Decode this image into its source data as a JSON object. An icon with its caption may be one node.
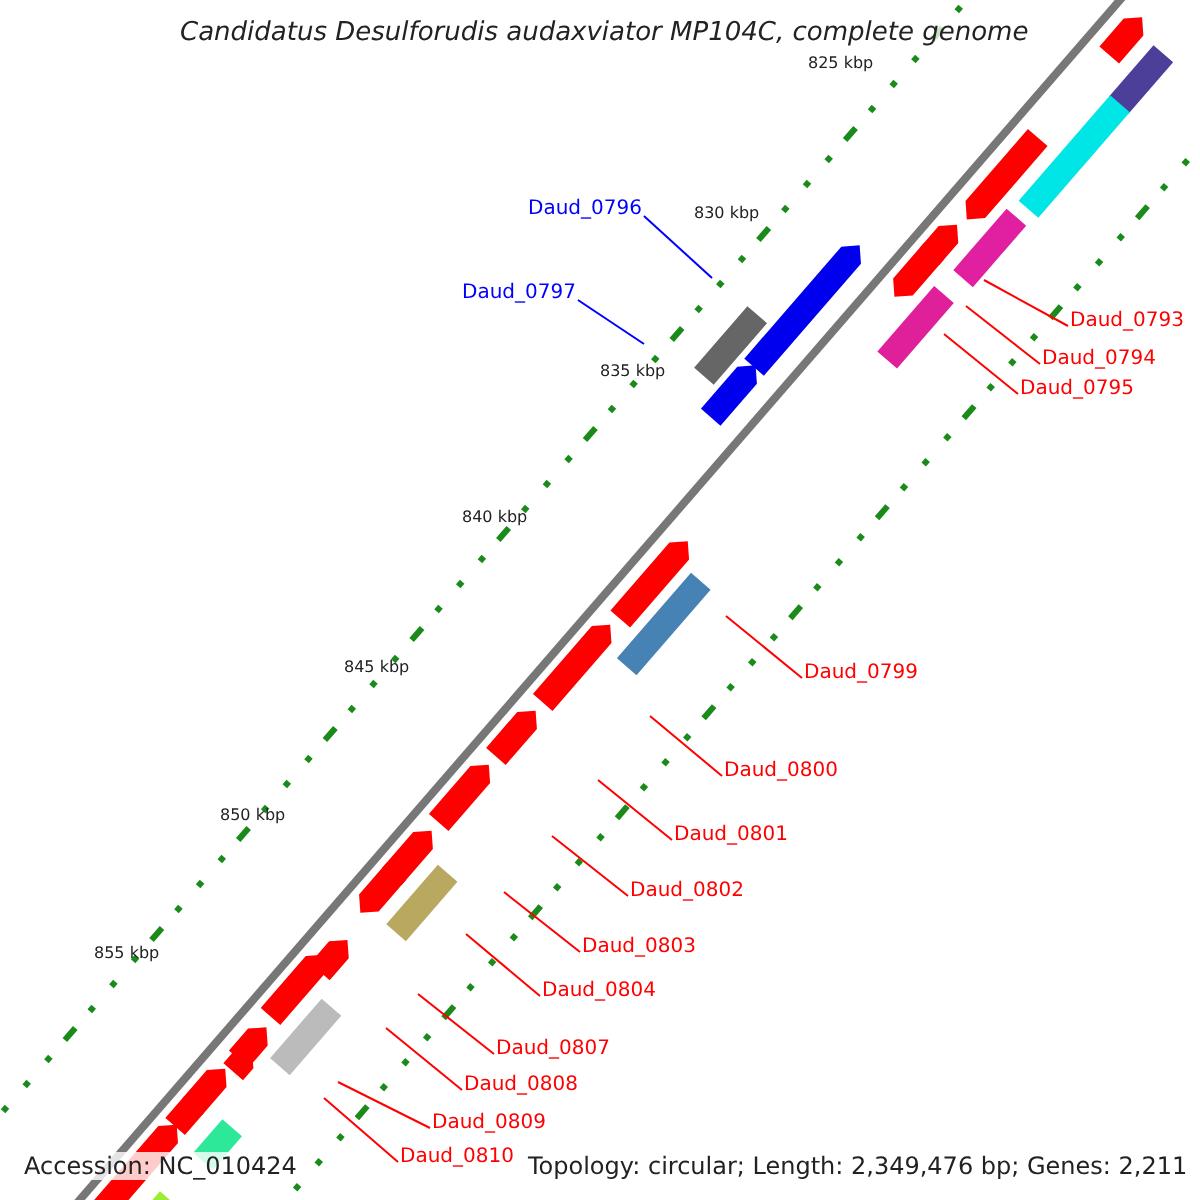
{
  "diagram": {
    "title": "Candidatus Desulforudis audaxviator MP104C, complete genome",
    "nodes": [
      {
        "text": [
          "Daud_0793"
        ]
      },
      {
        "text": [
          "Daud_0794"
        ]
      },
      {
        "text": [
          "Daud_0795"
        ]
      },
      {
        "text": [
          "Daud_0796"
        ]
      },
      {
        "text": [
          "Daud_0797"
        ]
      },
      {
        "text": [
          "Daud_0799"
        ]
      },
      {
        "text": [
          "Daud_0800"
        ]
      },
      {
        "text": [
          "Daud_0801"
        ]
      },
      {
        "text": [
          "Daud_0802"
        ]
      },
      {
        "text": [
          "Daud_0803"
        ]
      },
      {
        "text": [
          "Daud_0804"
        ]
      },
      {
        "text": [
          "Daud_0807"
        ]
      },
      {
        "text": [
          "Daud_0808"
        ]
      },
      {
        "text": [
          "Daud_0809"
        ]
      },
      {
        "text": [
          "Daud_0810"
        ]
      }
    ],
    "edges": [
      {
        "from": 0,
        "to": null,
        "arrow": "none"
      },
      {
        "from": 1,
        "to": null,
        "arrow": "none"
      },
      {
        "from": 2,
        "to": null,
        "arrow": "none"
      },
      {
        "from": 3,
        "to": null,
        "arrow": "none",
        "color": "#0000ff"
      },
      {
        "from": 4,
        "to": null,
        "arrow": "none",
        "color": "#0000ff"
      },
      {
        "from": 5,
        "to": null,
        "arrow": "none"
      },
      {
        "from": 6,
        "to": null,
        "arrow": "none"
      },
      {
        "from": 7,
        "to": null,
        "arrow": "none"
      },
      {
        "from": 8,
        "to": null,
        "arrow": "none"
      },
      {
        "from": 9,
        "to": null,
        "arrow": "none"
      },
      {
        "from": 10,
        "to": null,
        "arrow": "none"
      },
      {
        "from": 11,
        "to": null,
        "arrow": "none"
      },
      {
        "from": 12,
        "to": null,
        "arrow": "none"
      },
      {
        "from": 13,
        "to": null,
        "arrow": "none"
      },
      {
        "from": 14,
        "to": null,
        "arrow": "none"
      }
    ],
    "labels": [
      "825 kbp",
      "830 kbp",
      "835 kbp",
      "840 kbp",
      "845 kbp",
      "850 kbp",
      "855 kbp",
      "Accession: NC_010424",
      "Topology: circular; Length: 2,349,476 bp; Genes: 2,211"
    ]
  }
}
